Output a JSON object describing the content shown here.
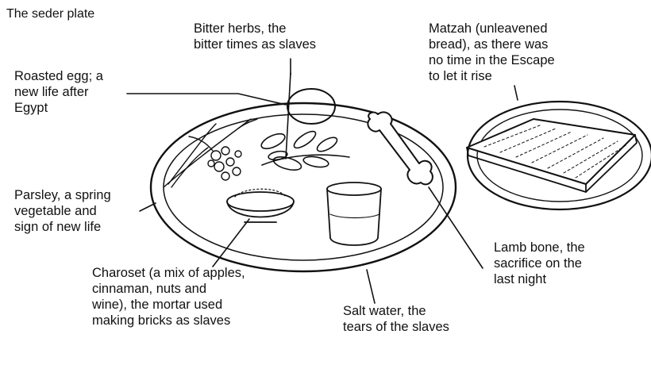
{
  "diagram": {
    "title": "The seder plate",
    "labels": {
      "bitter_herbs": [
        "Bitter herbs, the",
        "bitter times as slaves"
      ],
      "matzah": [
        "Matzah (unleavened",
        "bread), as there was",
        "no time in the Escape",
        "to let it rise"
      ],
      "roasted_egg": [
        "Roasted egg; a",
        "new life after",
        "Egypt"
      ],
      "parsley": [
        "Parsley, a spring",
        "vegetable and",
        "sign of new life"
      ],
      "charoset": [
        "Charoset (a mix of apples,",
        "cinnaman, nuts and",
        "wine), the mortar used",
        "making bricks as slaves"
      ],
      "lamb_bone": [
        "Lamb bone, the",
        "sacrifice on the",
        "last night"
      ],
      "salt_water": [
        "Salt water, the",
        "tears of the slaves"
      ]
    }
  }
}
